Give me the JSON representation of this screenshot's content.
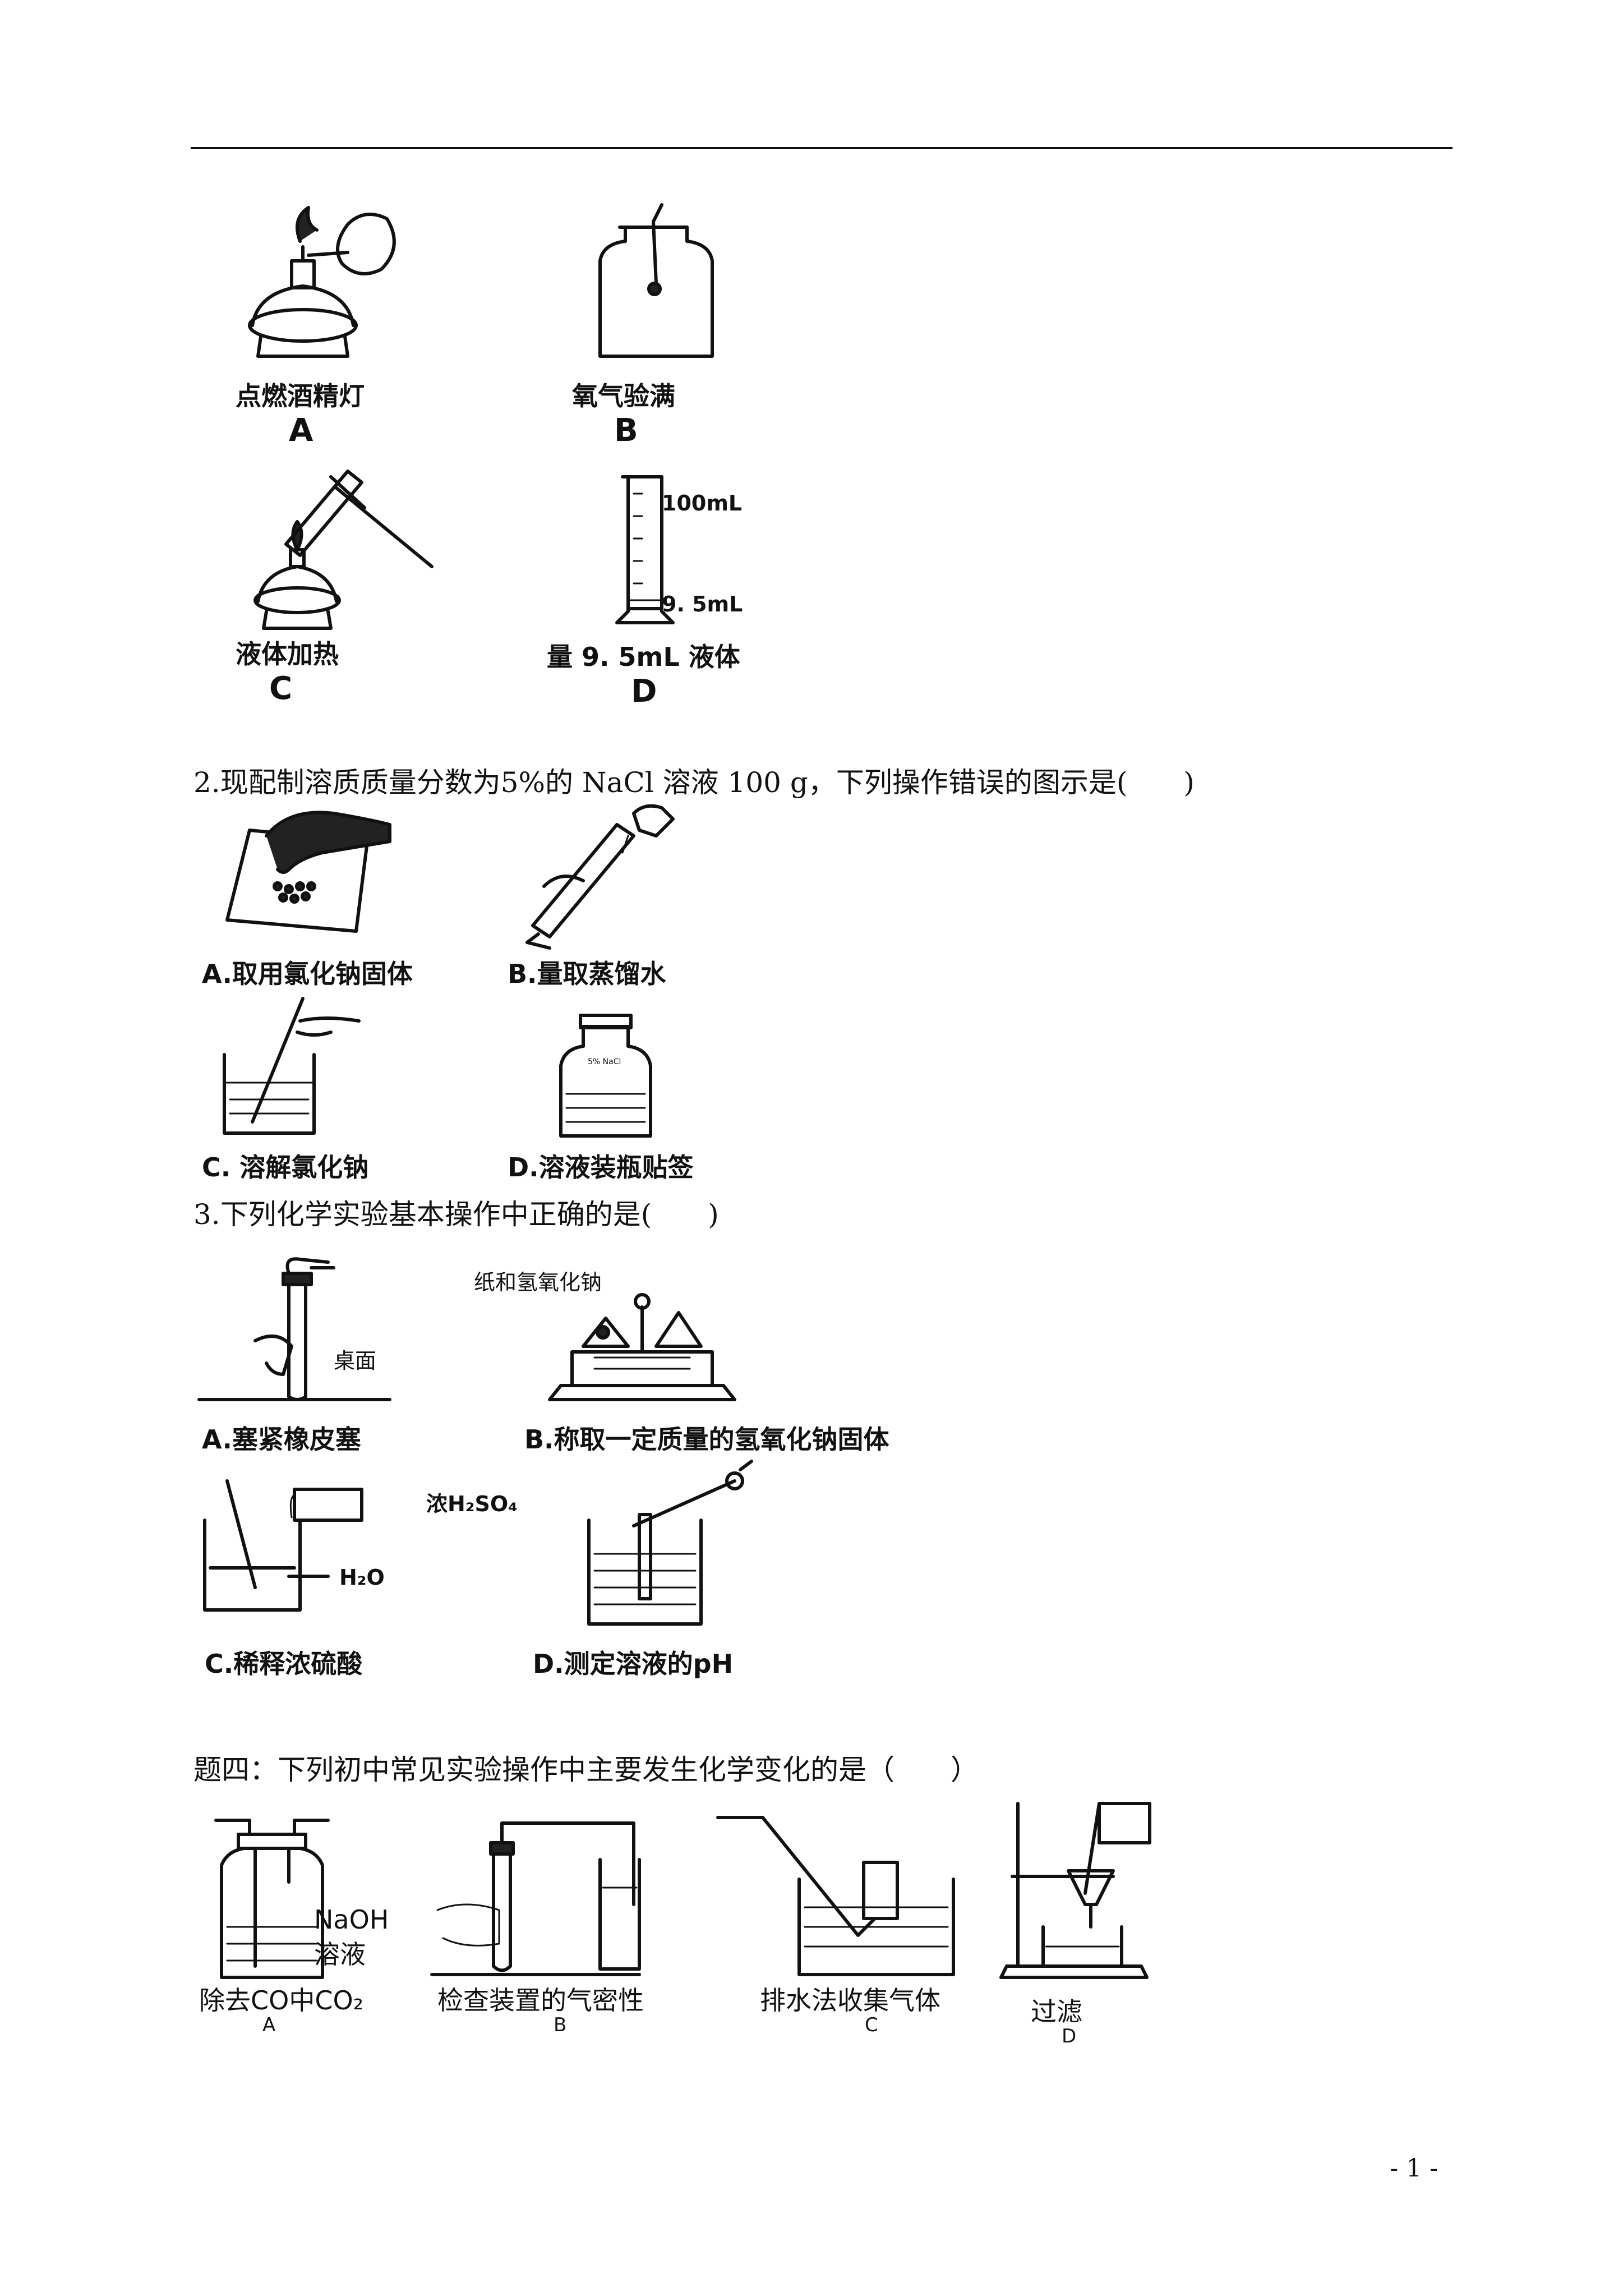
{
  "q1": {
    "options": [
      {
        "caption": "点燃酒精灯",
        "letter": "A"
      },
      {
        "caption": "氧气验满",
        "letter": "B"
      },
      {
        "caption": "液体加热",
        "letter": "C"
      },
      {
        "caption": "量 9. 5mL 液体",
        "letter": "D"
      }
    ],
    "cylinder_top_label": "100mL",
    "cylinder_level_label": "9. 5mL"
  },
  "q2": {
    "stem": "2.现配制溶质质量分数为5%的 NaCl 溶液 100 g，下列操作错误的图示是(　　)",
    "options": [
      {
        "caption": "A.取用氯化钠固体"
      },
      {
        "caption": "B.量取蒸馏水"
      },
      {
        "caption": "C. 溶解氯化钠"
      },
      {
        "caption": "D.溶液装瓶贴签"
      }
    ],
    "bottle_label": "5% NaCl"
  },
  "q3": {
    "stem": "3.下列化学实验基本操作中正确的是(　　)",
    "options": [
      {
        "caption": "A.塞紧橡皮塞"
      },
      {
        "caption": "B.称取一定质量的氢氧化钠固体"
      },
      {
        "caption": "C.稀释浓硫酸"
      },
      {
        "caption": "D.测定溶液的pH"
      }
    ],
    "desk_label": "桌面",
    "paper_label": "纸和氢氧化钠",
    "acid_label": "浓H₂SO₄",
    "water_label": "H₂O"
  },
  "q4": {
    "stem": "题四：下列初中常见实验操作中主要发生化学变化的是（　　）",
    "options": [
      {
        "caption": "除去CO中CO₂",
        "letter": "A"
      },
      {
        "caption": "检查装置的气密性",
        "letter": "B"
      },
      {
        "caption": "排水法收集气体",
        "letter": "C"
      },
      {
        "caption": "过滤",
        "letter": "D"
      }
    ],
    "naoh_label_line1": "NaOH",
    "naoh_label_line2": "溶液"
  },
  "footer": {
    "page_number": "- 1 -"
  }
}
